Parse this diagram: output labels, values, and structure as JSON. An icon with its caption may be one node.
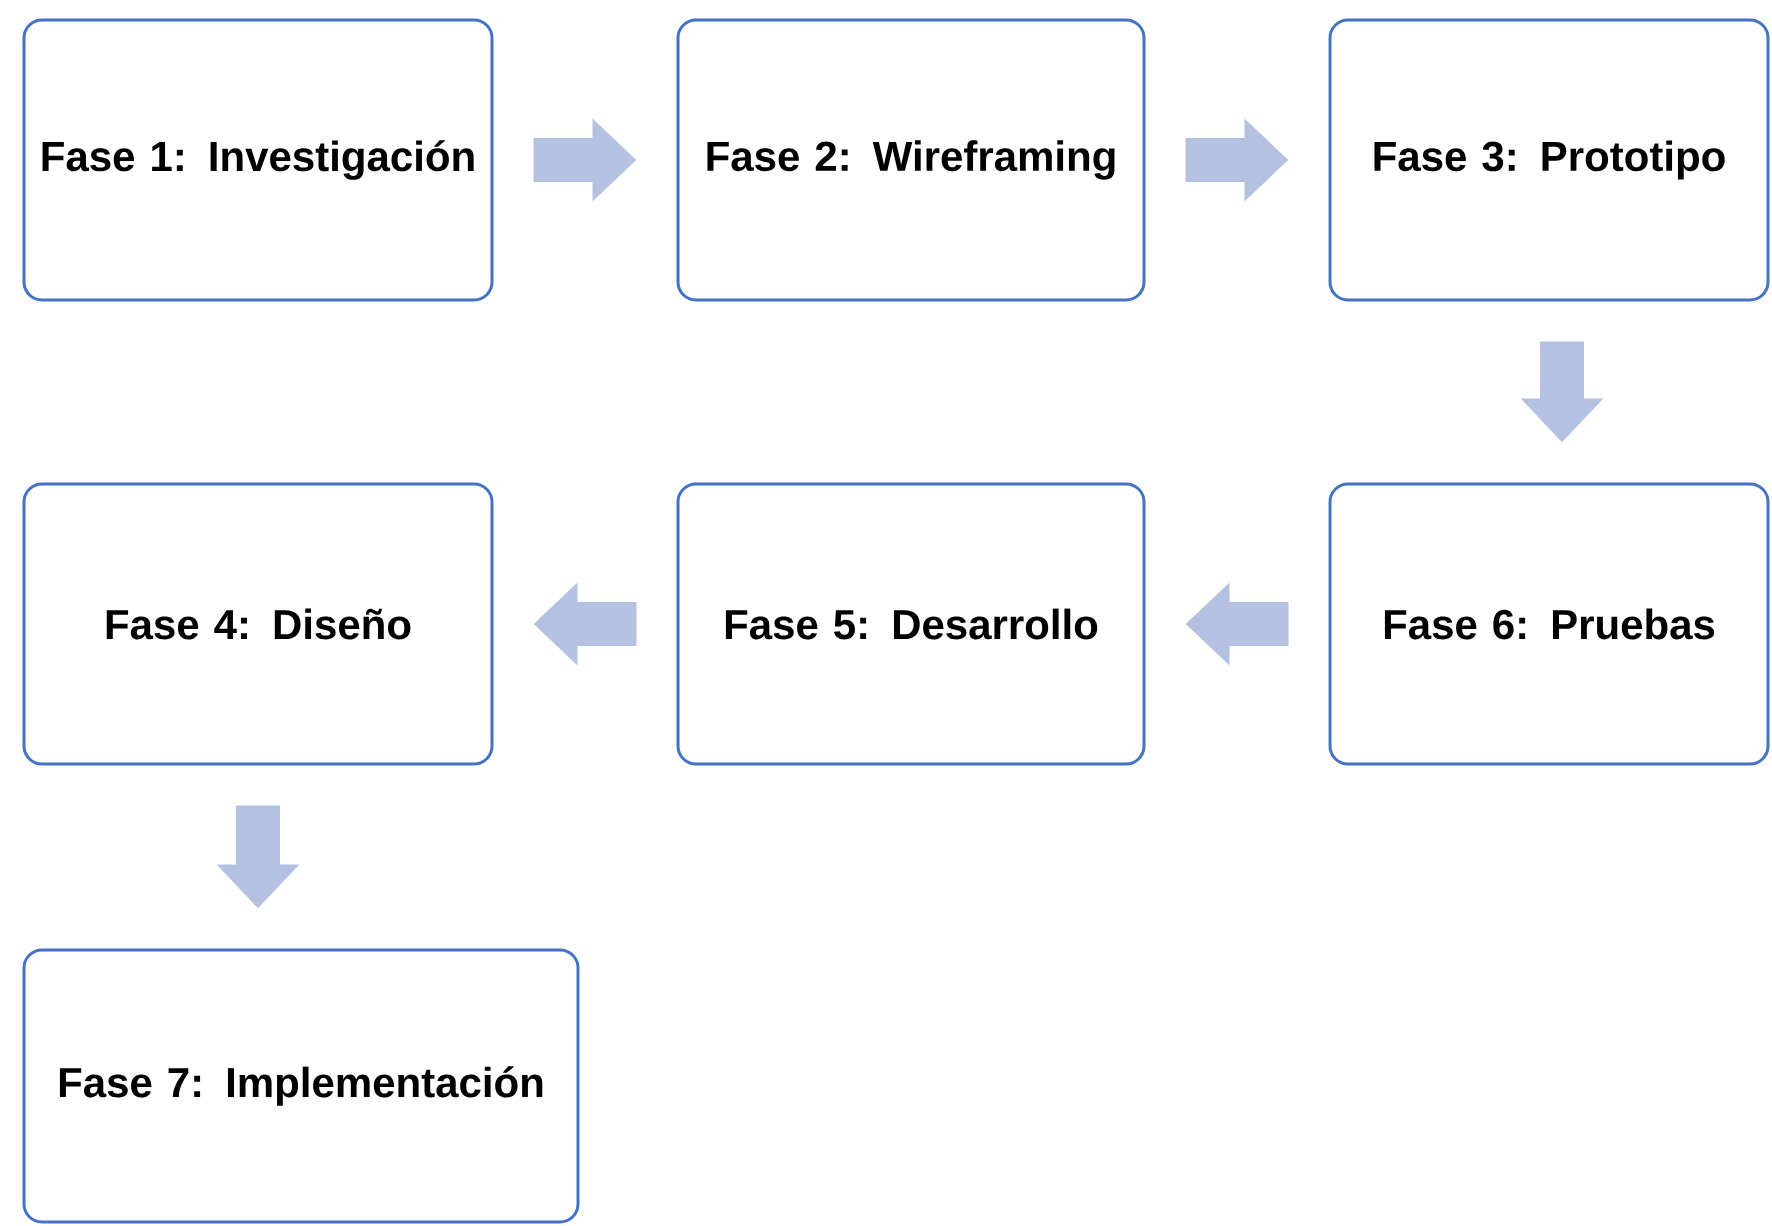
{
  "diagram": {
    "nodes": [
      {
        "text": [
          "Fase 1: Investigación"
        ]
      },
      {
        "text": [
          "Fase 2: Wireframing"
        ]
      },
      {
        "text": [
          "Fase 3: Prototipo"
        ]
      },
      {
        "text": [
          "Fase 4: Diseño"
        ]
      },
      {
        "text": [
          "Fase 5: Desarrollo"
        ]
      },
      {
        "text": [
          "Fase 6: Pruebas"
        ]
      },
      {
        "text": [
          "Fase 7: Implementación"
        ]
      }
    ],
    "edges": [
      {
        "from": 0,
        "to": 1,
        "arrow": "to"
      },
      {
        "from": 1,
        "to": 2,
        "arrow": "to"
      },
      {
        "from": 2,
        "to": 5,
        "arrow": "to"
      },
      {
        "from": 5,
        "to": 4,
        "arrow": "to"
      },
      {
        "from": 4,
        "to": 3,
        "arrow": "to"
      },
      {
        "from": 3,
        "to": 6,
        "arrow": "to"
      }
    ]
  }
}
